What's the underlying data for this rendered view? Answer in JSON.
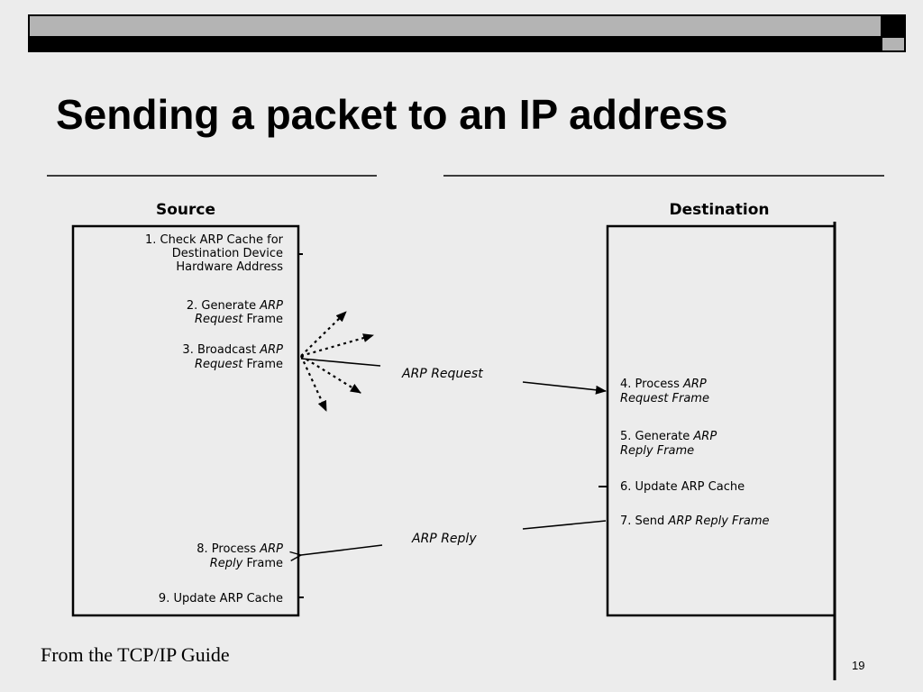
{
  "slide": {
    "title": "Sending a packet to an IP address",
    "footer": "From the TCP/IP Guide",
    "page_number": "19"
  },
  "diagram": {
    "source_header": "Source",
    "destination_header": "Destination",
    "source_steps": {
      "step1_line1": "1. Check ARP Cache for",
      "step1_line2": "Destination Device",
      "step1_line3": "Hardware Address",
      "step2_line1": "2. Generate ",
      "step2_line1_italic": "ARP",
      "step2_line2_italic": "Request",
      "step2_line2": " Frame",
      "step3_line1": "3. Broadcast ",
      "step3_line1_italic": "ARP",
      "step3_line2_italic": "Request",
      "step3_line2": " Frame",
      "step8_line1": "8. Process ",
      "step8_line1_italic": "ARP",
      "step8_line2_italic": "Reply",
      "step8_line2": " Frame",
      "step9": "9. Update ARP Cache"
    },
    "destination_steps": {
      "step4_line1": "4. Process ",
      "step4_line1_italic": "ARP",
      "step4_line2_italic": "Request Frame",
      "step5_line1": "5. Generate ",
      "step5_line1_italic": "ARP",
      "step5_line2_italic": "Reply Frame",
      "step6": "6. Update ARP Cache",
      "step7_line1": "7. Send ",
      "step7_line1_italic": "ARP Reply Frame"
    },
    "messages": {
      "arp_request": "ARP Request",
      "arp_reply": "ARP Reply"
    }
  }
}
